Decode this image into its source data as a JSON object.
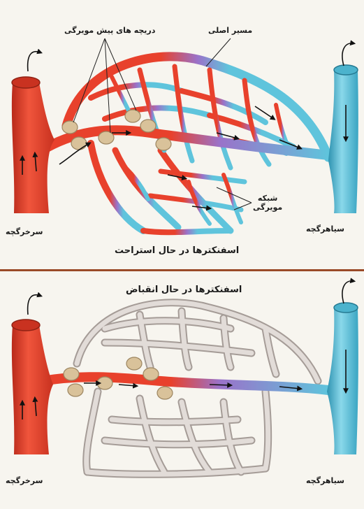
{
  "top_panel": {
    "caption": "اسفنکترها در حال استراحت",
    "labels": {
      "precapillary_sphincters": "دریچه های پیش مویرگی",
      "main_channel": "مسیر اصلی",
      "capillary_network_line1": "شبکه",
      "capillary_network_line2": "مویرگی",
      "arteriole": "سرخرگچه",
      "venule": "سیاهرگچه"
    }
  },
  "bottom_panel": {
    "caption": "اسفنکترها در حال انقباض",
    "labels": {
      "arteriole": "سرخرگچه",
      "venule": "سیاهرگچه"
    }
  },
  "colors": {
    "artery": "#e8412c",
    "artery_dark": "#b8291a",
    "vein": "#5fc4dc",
    "vein_dark": "#2f93b1",
    "mixed": "#9a72c9",
    "inactive_capillary": "#d4cdc8",
    "sphincter": "#d9c29a",
    "divider": "#9a4a28",
    "background": "#f7f5ef"
  }
}
